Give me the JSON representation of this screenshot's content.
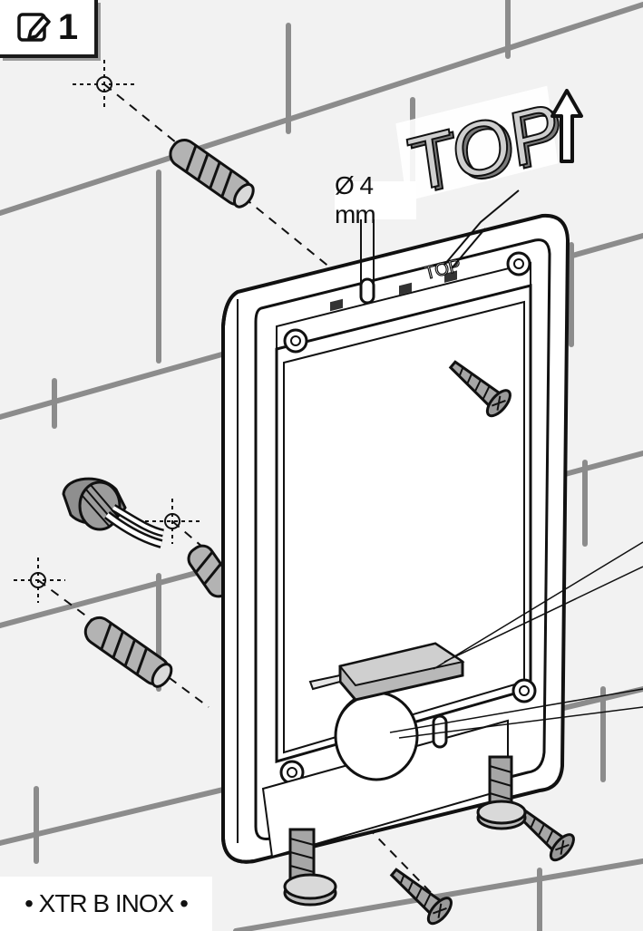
{
  "step": {
    "number": "1",
    "icon": "edit-icon"
  },
  "labels": {
    "hole_diameter": "Ø 4 mm",
    "orientation": "TOP",
    "orientation_small": "TOP",
    "model": "• XTR B INOX •"
  },
  "colors": {
    "background": "#f2f2f2",
    "wall_lines": "#8c8c8c",
    "ink": "#111111",
    "dowel": "#b3b3b3",
    "device_fill": "#ffffff"
  }
}
